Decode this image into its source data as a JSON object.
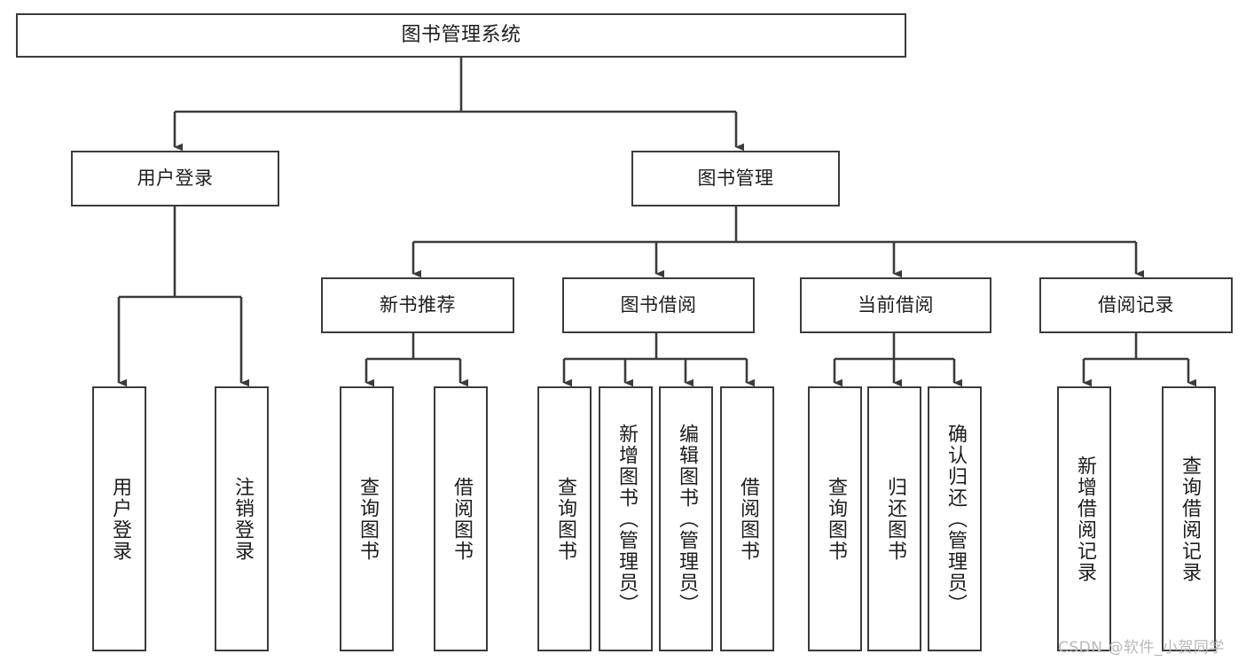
{
  "diagram": {
    "title": "图书管理系统",
    "type": "tree-hierarchy-chart",
    "watermark": "CSDN @软件_小贺同学",
    "colors": {
      "stroke": "#3b3b3b",
      "fill": "#ffffff",
      "text": "#1d1d1d",
      "watermark": "#b9b9b9"
    },
    "root": {
      "label": "图书管理系统"
    },
    "level2": [
      {
        "label": "用户登录"
      },
      {
        "label": "图书管理"
      }
    ],
    "level3": [
      {
        "label": "新书推荐"
      },
      {
        "label": "图书借阅"
      },
      {
        "label": "当前借阅"
      },
      {
        "label": "借阅记录"
      }
    ],
    "leaves": {
      "user_login": [
        {
          "label": "用户登录"
        },
        {
          "label": "注销登录"
        }
      ],
      "new_book_recommend": [
        {
          "label": "查询图书"
        },
        {
          "label": "借阅图书"
        }
      ],
      "book_borrow": [
        {
          "label": "查询图书"
        },
        {
          "label": "新增图书（管理员）"
        },
        {
          "label": "编辑图书（管理员）"
        },
        {
          "label": "借阅图书"
        }
      ],
      "current_borrow": [
        {
          "label": "查询图书"
        },
        {
          "label": "归还图书"
        },
        {
          "label": "确认归还（管理员）"
        }
      ],
      "borrow_record": [
        {
          "label": "新增借阅记录"
        },
        {
          "label": "查询借阅记录"
        }
      ]
    }
  }
}
